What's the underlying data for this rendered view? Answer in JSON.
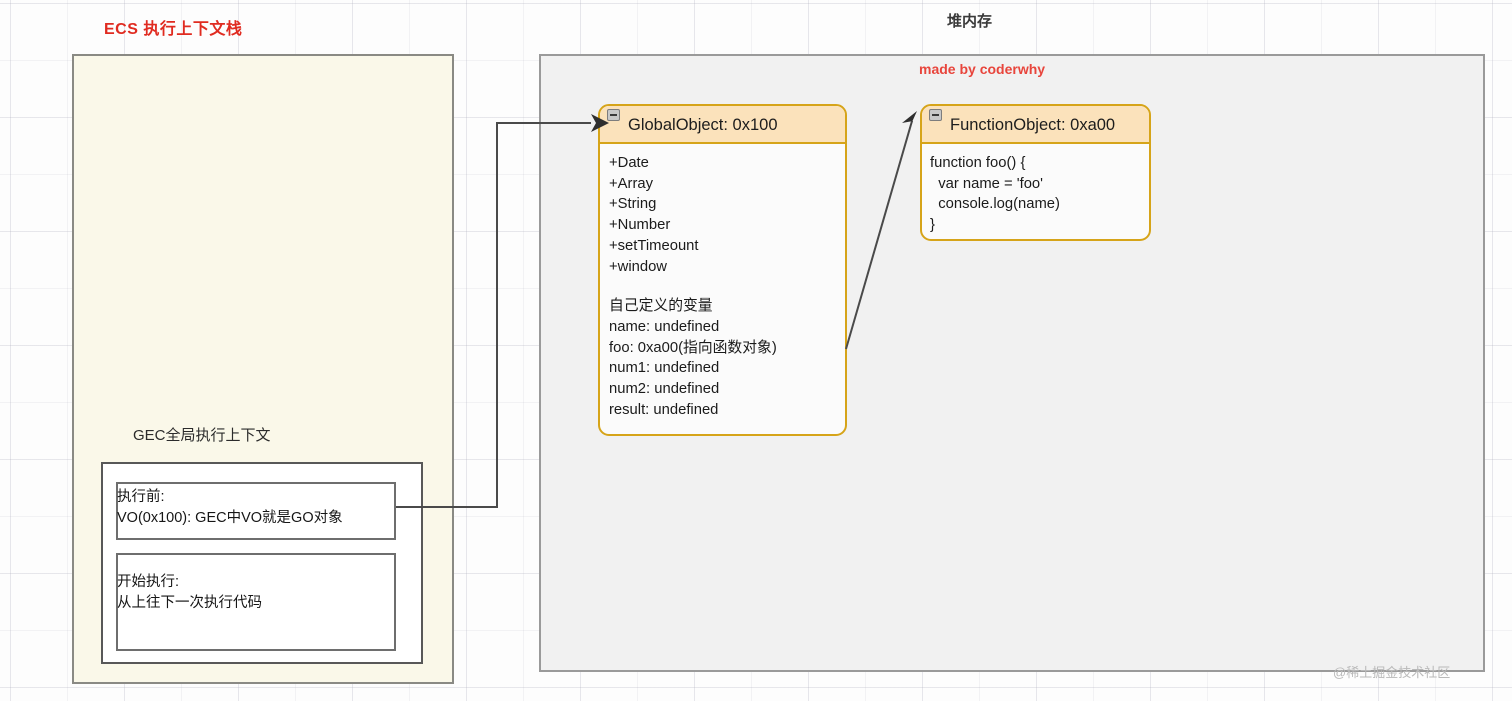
{
  "diagram": {
    "stack_title": "ECS 执行上下文栈",
    "heap_title": "堆内存",
    "made_by": "made by coderwhy",
    "watermark": "@稀土掘金技术社区"
  },
  "stack": {
    "gec_label": "GEC全局执行上下文",
    "before_exec": "执行前:\nVO(0x100): GEC中VO就是GO对象",
    "start_exec": "开始执行:\n从上往下一次执行代码"
  },
  "heap": {
    "global_object": {
      "title": "GlobalObject: 0x100",
      "collapse_icon": "minus-icon",
      "builtins": "+Date\n+Array\n+String\n+Number\n+setTimeount\n+window",
      "custom_vars": "自己定义的变量\nname: undefined\nfoo: 0xa00(指向函数对象)\nnum1: undefined\nnum2: undefined\nresult: undefined"
    },
    "function_object": {
      "title": "FunctionObject: 0xa00",
      "collapse_icon": "minus-icon",
      "code": "function foo() {\n  var name = 'foo'\n  console.log(name)\n}"
    }
  },
  "colors": {
    "accent_red": "#e02b20",
    "uml_border": "#d6a419",
    "uml_header_bg": "#fbe2bb",
    "stack_bg": "#faf8e9",
    "heap_bg": "#f1f1f1"
  }
}
